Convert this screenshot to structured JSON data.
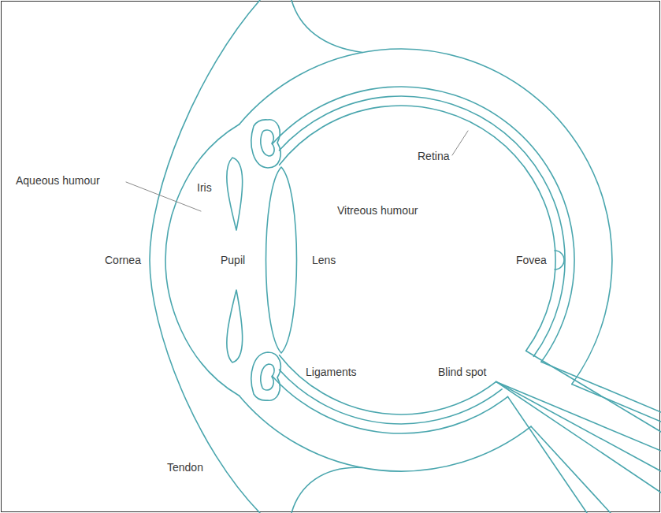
{
  "diagram": {
    "labels": [
      "Retina",
      "Aqueous humour",
      "Iris",
      "Vitreous humour",
      "Cornea",
      "Pupil",
      "Lens",
      "Fovea",
      "Ligaments",
      "Blind spot",
      "Tendon"
    ]
  }
}
